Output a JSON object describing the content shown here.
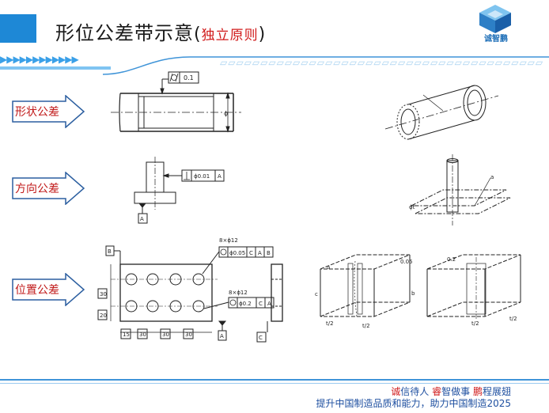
{
  "header": {
    "title_main": "形位公差带示意",
    "title_open": "(",
    "title_sub": "独立原则",
    "title_close": ")",
    "logo_text": "诚智鹏",
    "band_arrows": "▶▶▶▶▶▶▶▶▶▶▶▶",
    "dash_pattern": "▱▱▱▱▱▱▱▱▱▱▱▱▱▱▱▱▱▱▱▱▱▱▱▱▱▱▱▱▱▱▱▱▱▱▱▱▱▱▱▱"
  },
  "categories": [
    {
      "label": "形状公差"
    },
    {
      "label": "方向公差"
    },
    {
      "label": "位置公差"
    }
  ],
  "drawings": {
    "form": {
      "tol_value": "0.1",
      "dim": "ϕ"
    },
    "orientation": {
      "frame": "ϕ0.01",
      "datum": "A",
      "datum_label": "A"
    },
    "position": {
      "datum_b": "B",
      "datum_a": "A",
      "datum_c": "C",
      "holes_note_1": "8×ϕ12",
      "frame1_tol": "ϕ0.05",
      "frame1_refs": [
        "C",
        "A",
        "B"
      ],
      "holes_note_2": "8×ϕ12",
      "frame2_tol": "ϕ0.2",
      "frame2_refs": [
        "C",
        "A"
      ],
      "dims_bottom": [
        "15",
        "30",
        "30",
        "30"
      ],
      "dims_side": [
        "30",
        "20"
      ]
    },
    "zones": {
      "iso_orient_label": "ϕt",
      "iso_orient_b": "a",
      "pos_zone1_tol": "0.05",
      "pos_zone2_tol": "0.2",
      "labels": [
        "a",
        "b",
        "c",
        "t/2",
        "t/2",
        "t/2",
        "t/2"
      ]
    }
  },
  "footer": {
    "slogan_parts": [
      {
        "text": "诚",
        "red": true
      },
      {
        "text": "信待人 ",
        "red": false
      },
      {
        "text": "睿",
        "red": true
      },
      {
        "text": "智做事 ",
        "red": false
      },
      {
        "text": "鹏",
        "red": true
      },
      {
        "text": "程展翅",
        "red": false
      }
    ],
    "slogan2": "提升中国制造品质和能力，助力中国制造2025"
  }
}
